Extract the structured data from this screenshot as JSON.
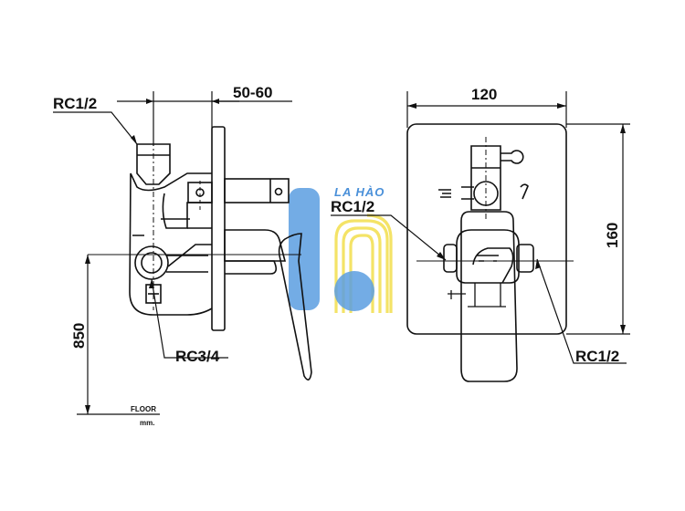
{
  "labels": {
    "rc_top_left": "RC1/2",
    "depth": "50-60",
    "rc_bottom_left": "RC3/4",
    "height_850": "850",
    "floor": "FLOOR",
    "floor_unit": "mm.",
    "width_120": "120",
    "height_160": "160",
    "rc_center": "RC1/2",
    "rc_right": "RC1/2"
  },
  "watermark": {
    "text": "LA HÀO",
    "colors": {
      "blue": "#4a90d9",
      "yellow": "#f5e25a"
    }
  }
}
